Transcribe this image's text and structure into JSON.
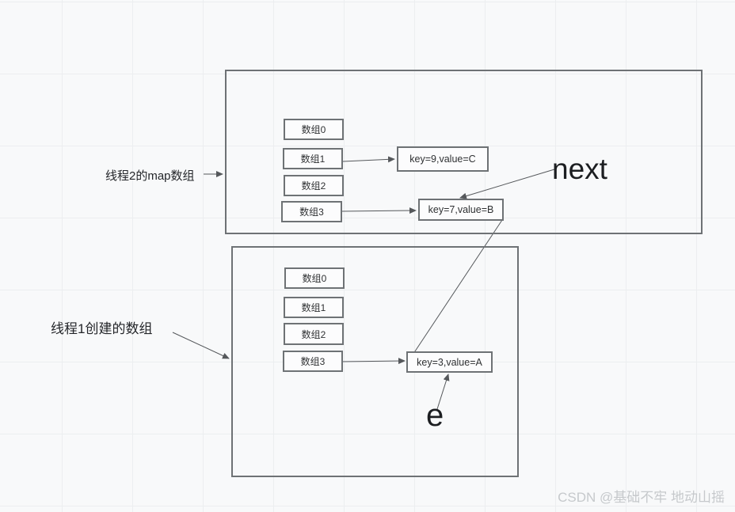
{
  "labels": {
    "thread2_map_array": "线程2的map数组",
    "thread1_created_array": "线程1创建的数组",
    "next_pointer": "next",
    "e_pointer": "e"
  },
  "upper_array": {
    "slots": [
      "数组0",
      "数组1",
      "数组2",
      "数组3"
    ]
  },
  "lower_array": {
    "slots": [
      "数组0",
      "数组1",
      "数组2",
      "数组3"
    ]
  },
  "nodes": {
    "node_c": "key=9,value=C",
    "node_b": "key=7,value=B",
    "node_a": "key=3,value=A"
  },
  "watermark": "CSDN @基础不牢 地动山摇",
  "colors": {
    "background": "#f8f9fa",
    "grid_line": "#eceef0",
    "box_border": "#6e7275",
    "arrow": "#55585b",
    "text": "#2f3133",
    "watermark": "#c6c9cc"
  }
}
